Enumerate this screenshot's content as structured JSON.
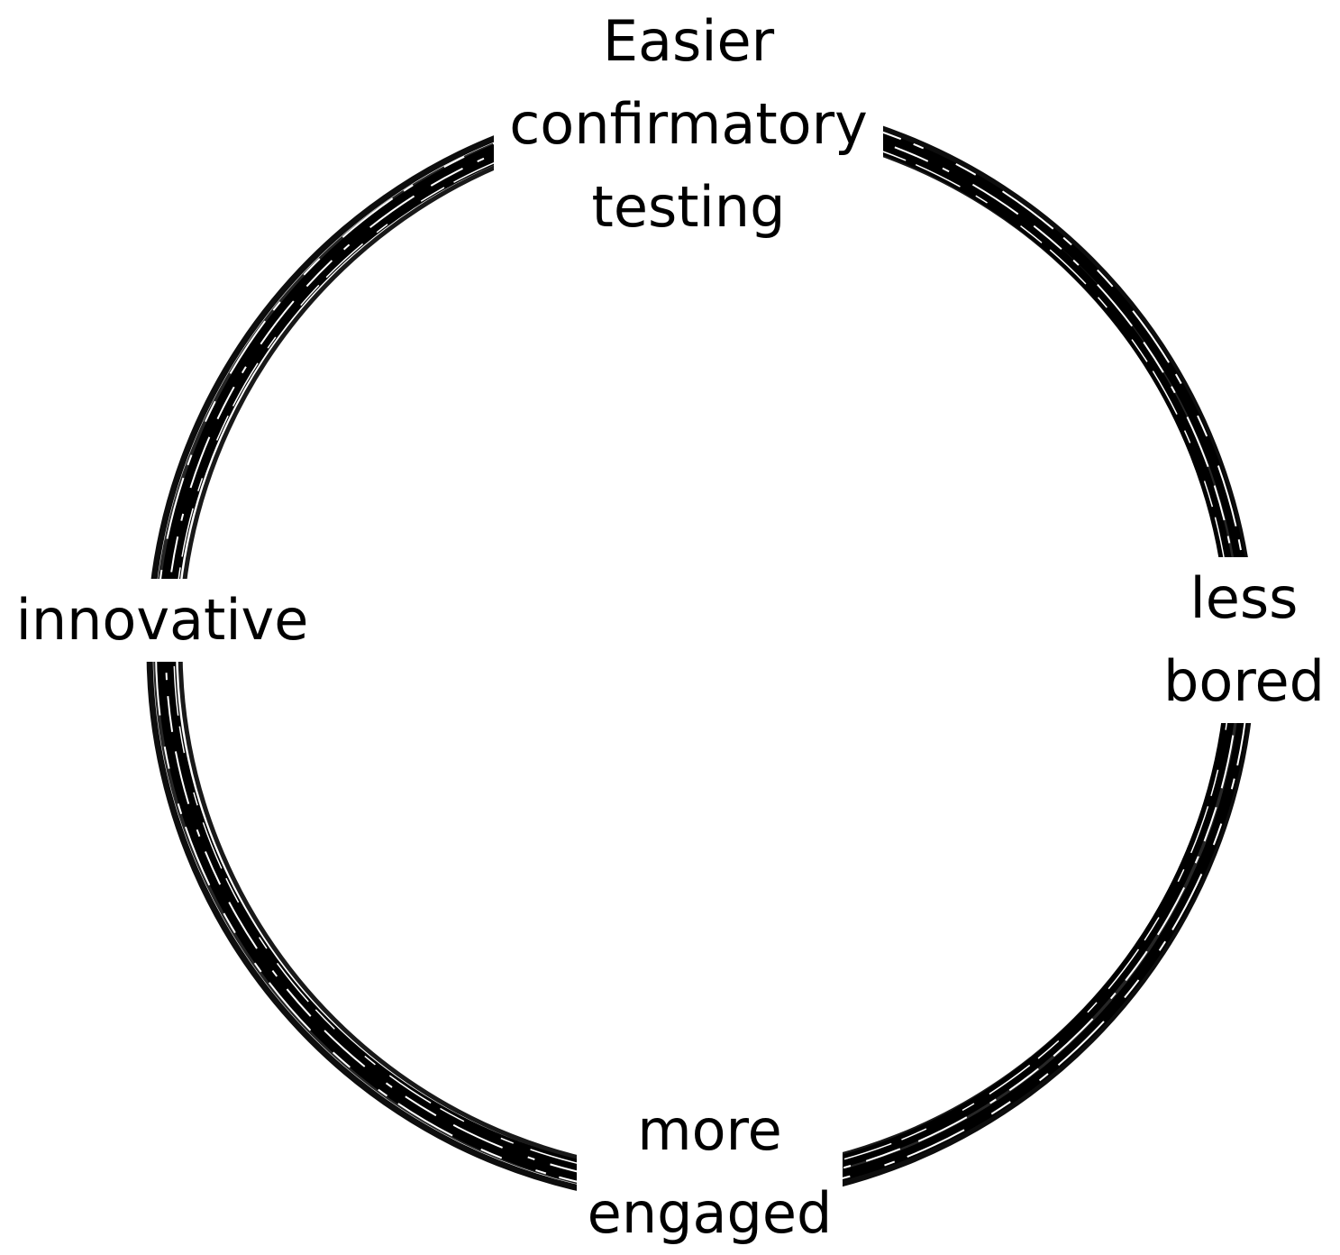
{
  "diagram": {
    "type": "cycle",
    "ring_color": "#000000",
    "background": "#ffffff",
    "nodes": {
      "top": {
        "lines": [
          "Easier",
          "confirmatory",
          "testing"
        ]
      },
      "right": {
        "lines": [
          "less",
          "bored"
        ]
      },
      "bottom": {
        "lines": [
          "more",
          "engaged"
        ]
      },
      "left": {
        "lines": [
          "innovative"
        ]
      }
    }
  }
}
